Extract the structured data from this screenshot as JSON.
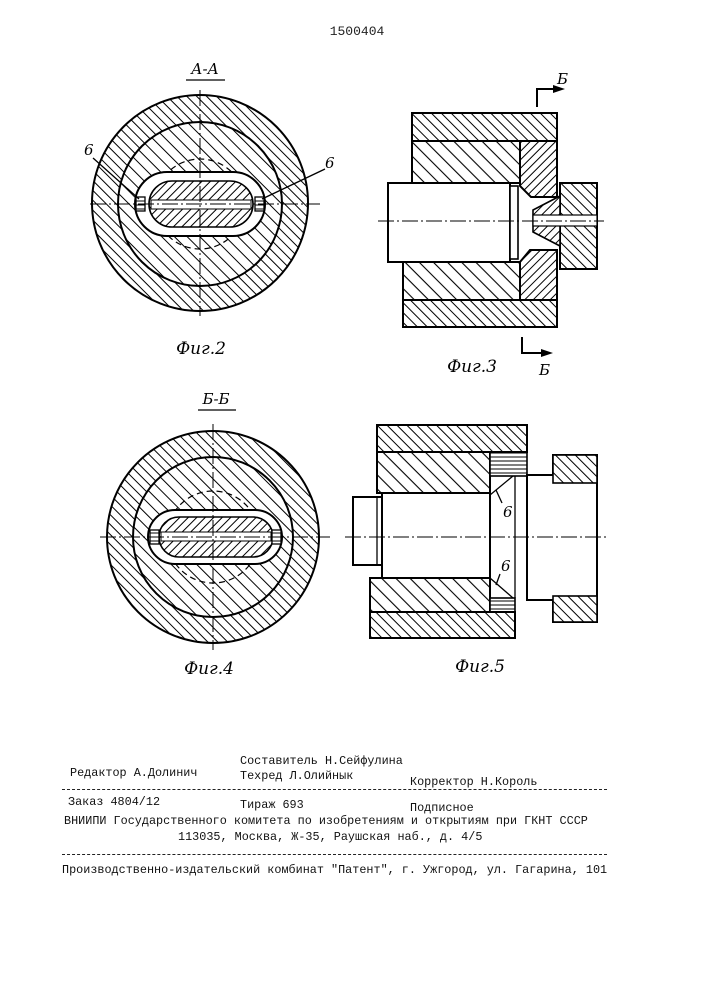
{
  "document_number": "1500404",
  "figures": {
    "fig2": {
      "section_label": "А-А",
      "callouts": [
        "6",
        "6"
      ],
      "caption": "Фиг.2"
    },
    "fig3": {
      "section_marks": [
        "Б",
        "Б"
      ],
      "caption": "Фиг.3"
    },
    "fig4": {
      "section_label": "Б-Б",
      "caption": "Фиг.4"
    },
    "fig5": {
      "callouts": [
        "6",
        "6"
      ],
      "caption": "Фиг.5"
    }
  },
  "imprint": {
    "compiler": "Составитель Н.Сейфулина",
    "editor": "Редактор А.Долинич",
    "tech_editor": "Техред Л.Олийнык",
    "proofreader": "Корректор Н.Король",
    "order": "Заказ 4804/12",
    "circulation": "Тираж 693",
    "subscription": "Подписное",
    "institute": "ВНИИПИ Государственного комитета по изобретениям и открытиям при ГКНТ СССР",
    "address": "113035, Москва, Ж-35, Раушская наб., д. 4/5",
    "printer": "Производственно-издательский комбинат \"Патент\", г. Ужгород, ул. Гагарина, 101"
  }
}
